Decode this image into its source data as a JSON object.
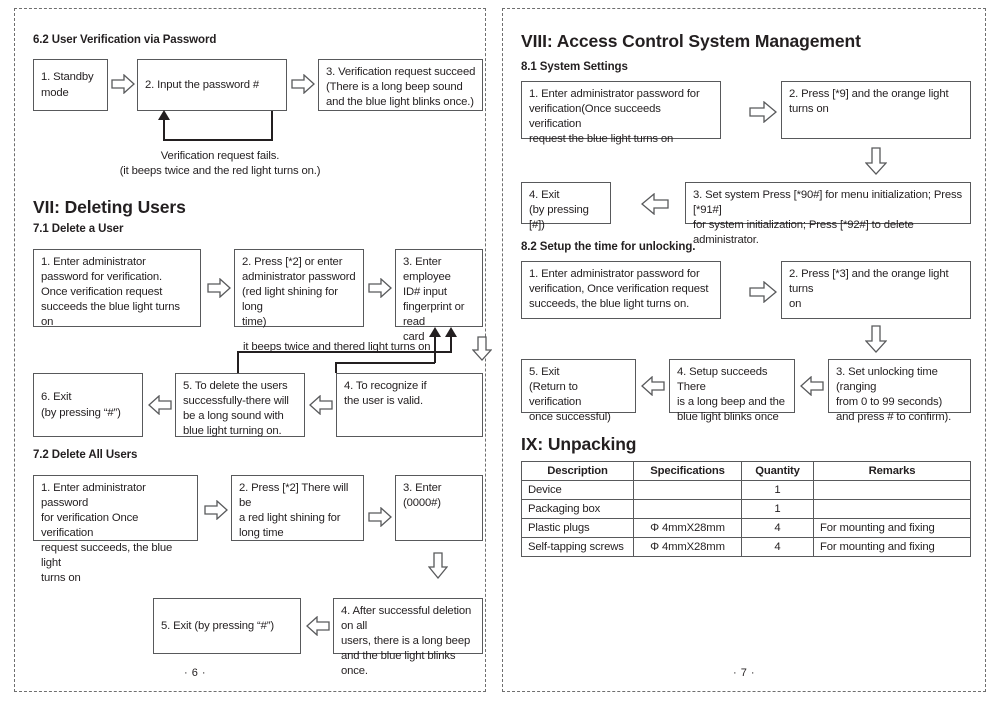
{
  "pages": {
    "left": {
      "number": "· 6 ·",
      "sections": {
        "s62": {
          "heading": "6.2 User Verification via Password",
          "boxes": {
            "b1": "1. Standby\nmode",
            "b2": "2. Input the password #",
            "b3": "3. Verification request succeed\n(There is a long beep sound\nand the blue light blinks once.)"
          },
          "caption": "Verification request fails.\n(it beeps twice and the red light turns on.)"
        },
        "s7": {
          "heading": "VII: Deleting Users"
        },
        "s71": {
          "heading": "7.1 Delete a User",
          "boxes": {
            "b1": "1. Enter administrator\npassword for verification.\nOnce verification request\nsucceeds the blue light turns on",
            "b2": "2. Press [*2] or enter\nadministrator password\n(red light shining for long\ntime)",
            "b3": "3. Enter employee\nID# input\nfingerprint or read\ncard",
            "b4": "4. To recognize if\nthe user is valid.",
            "b5": "5. To delete the users\nsuccessfully-there will\nbe a long sound with\nblue light turning on.",
            "b6": "6. Exit\n(by pressing “#”)"
          },
          "caption": "it beeps twice and thered light turns on"
        },
        "s72": {
          "heading": "7.2 Delete All Users",
          "boxes": {
            "b1": "1. Enter administrator password\nfor verification Once verification\nrequest succeeds, the blue light\nturns on",
            "b2": "2. Press [*2] There will be\na red light shining for\nlong time",
            "b3": "3. Enter (0000#)",
            "b4": "4. After successful deletion on all\nusers, there is a long beep\nand the blue light blinks once.",
            "b5": "5. Exit (by pressing “#”)"
          }
        }
      }
    },
    "right": {
      "number": "· 7 ·",
      "sections": {
        "s8": {
          "heading": "VIII: Access Control System Management"
        },
        "s81": {
          "heading": "8.1 System Settings",
          "boxes": {
            "b1": "1. Enter administrator password for\nverification(Once succeeds verification\nrequest the blue light turns on",
            "b2": "2. Press [*9] and the orange light\nturns on",
            "b3": "3. Set system Press [*90#] for menu initialization; Press [*91#]\nfor system initialization; Press [*92#] to delete administrator.",
            "b4": "4. Exit\n(by pressing [#])"
          }
        },
        "s82": {
          "heading": "8.2 Setup the time for unlocking.",
          "boxes": {
            "b1": "1. Enter administrator password for\nverification, Once verification request\nsucceeds, the blue light turns on.",
            "b2": "2. Press [*3] and the orange light turns\non",
            "b3": "3. Set unlocking time (ranging\nfrom 0 to 99 seconds)\nand press # to confirm).",
            "b4": "4. Setup succeeds There\nis a long beep and the\nblue light blinks once",
            "b5": "5. Exit\n(Return to verification\nonce successful)"
          }
        },
        "s9": {
          "heading": "IX: Unpacking",
          "table": {
            "headers": [
              "Description",
              "Specifications",
              "Quantity",
              "Remarks"
            ],
            "rows": [
              [
                "Device",
                "",
                "1",
                ""
              ],
              [
                "Packaging box",
                "",
                "1",
                ""
              ],
              [
                "Plastic plugs",
                "Φ 4mmX28mm",
                "4",
                "For mounting and fixing"
              ],
              [
                "Self-tapping screws",
                "Φ 4mmX28mm",
                "4",
                "For mounting and fixing"
              ]
            ]
          }
        }
      }
    }
  }
}
